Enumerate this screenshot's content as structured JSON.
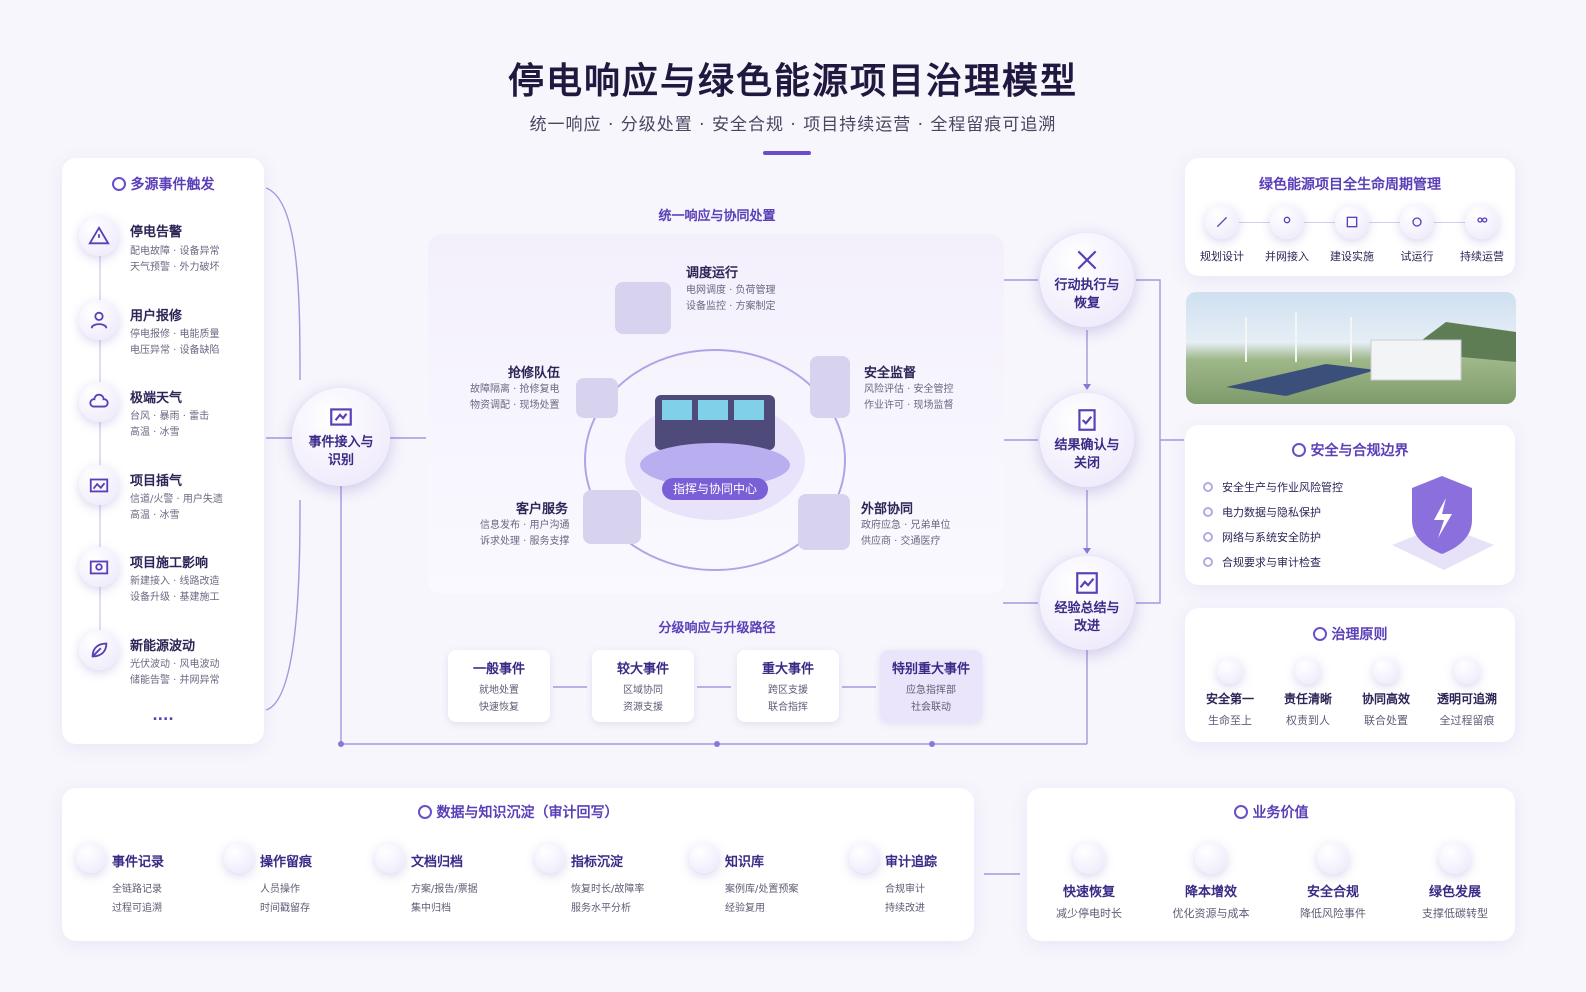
{
  "header": {
    "title": "停电响应与绿色能源项目治理模型",
    "subtitle": "统一响应 · 分级处置 · 安全合规 · 项目持续运营 · 全程留痕可追溯"
  },
  "triggers": {
    "title": "多源事件触发",
    "more": "....",
    "items": [
      {
        "name": "停电告警",
        "line1": "配电故障 · 设备异常",
        "line2": "天气预警 · 外力破坏",
        "icon": "warning-icon"
      },
      {
        "name": "用户报修",
        "line1": "停电报修 · 电能质量",
        "line2": "电压异常 · 设备缺陷",
        "icon": "user-icon"
      },
      {
        "name": "极端天气",
        "line1": "台风 · 暴雨 · 雷击",
        "line2": "高温 · 冰雪",
        "icon": "cloud-icon"
      },
      {
        "name": "项目插气",
        "line1": "信道/火警 · 用户失遗",
        "line2": "高温 · 冰雪",
        "icon": "map-icon"
      },
      {
        "name": "项目施工影响",
        "line1": "新建接入 · 线路改造",
        "line2": "设备升级 · 基建施工",
        "icon": "map-icon"
      },
      {
        "name": "新能源波动",
        "line1": "光伏波动 · 风电波动",
        "line2": "储能告警 · 并网异常",
        "icon": "leaf-icon"
      }
    ]
  },
  "intake": {
    "label": "事件接入与识别"
  },
  "center": {
    "title": "统一响应与协同处置",
    "hub": "指挥与协同中心",
    "roles": [
      {
        "name": "调度运行",
        "line1": "电网调度 · 负荷管理",
        "line2": "设备监控 · 方案制定"
      },
      {
        "name": "抢修队伍",
        "line1": "故障隔离 · 抢修复电",
        "line2": "物资调配 · 现场处置"
      },
      {
        "name": "安全监督",
        "line1": "风险评估 · 安全管控",
        "line2": "作业许可 · 现场监督"
      },
      {
        "name": "客户服务",
        "line1": "信息发布 · 用户沟通",
        "line2": "诉求处理 · 服务支撑"
      },
      {
        "name": "外部协同",
        "line1": "政府应急 · 兄弟单位",
        "line2": "供应商 · 交通医疗"
      }
    ]
  },
  "escalation": {
    "title": "分级响应与升级路径",
    "levels": [
      {
        "name": "一般事件",
        "line1": "就地处置",
        "line2": "快速恢复"
      },
      {
        "name": "较大事件",
        "line1": "区域协同",
        "line2": "资源支援"
      },
      {
        "name": "重大事件",
        "line1": "跨区支援",
        "line2": "联合指挥"
      },
      {
        "name": "特别重大事件",
        "line1": "应急指挥部",
        "line2": "社会联动"
      }
    ]
  },
  "flow": [
    {
      "label": "行动执行与恢复"
    },
    {
      "label": "结果确认与关闭"
    },
    {
      "label": "经验总结与改进"
    }
  ],
  "lifecycle": {
    "title": "绿色能源项目全生命周期管理",
    "stages": [
      "规划设计",
      "并网接入",
      "建设实施",
      "试运行",
      "持续运营"
    ]
  },
  "boundary": {
    "title": "安全与合规边界",
    "items": [
      "安全生产与作业风险管控",
      "电力数据与隐私保护",
      "网络与系统安全防护",
      "合规要求与审计检查"
    ]
  },
  "principles": {
    "title": "治理原则",
    "items": [
      {
        "name": "安全第一",
        "sub": "生命至上"
      },
      {
        "name": "责任清晰",
        "sub": "权责到人"
      },
      {
        "name": "协同高效",
        "sub": "联合处置"
      },
      {
        "name": "透明可追溯",
        "sub": "全过程留痕"
      }
    ]
  },
  "data": {
    "title": "数据与知识沉淀（审计回写）",
    "items": [
      {
        "name": "事件记录",
        "line1": "全链路记录",
        "line2": "过程可追溯"
      },
      {
        "name": "操作留痕",
        "line1": "人员操作",
        "line2": "时间戳留存"
      },
      {
        "name": "文档归档",
        "line1": "方案/报告/票据",
        "line2": "集中归档"
      },
      {
        "name": "指标沉淀",
        "line1": "恢复时长/故障率",
        "line2": "服务水平分析"
      },
      {
        "name": "知识库",
        "line1": "案例库/处置预案",
        "line2": "经验复用"
      },
      {
        "name": "审计追踪",
        "line1": "合规审计",
        "line2": "持续改进"
      }
    ]
  },
  "value": {
    "title": "业务价值",
    "items": [
      {
        "name": "快速恢复",
        "sub": "减少停电时长"
      },
      {
        "name": "降本增效",
        "sub": "优化资源与成本"
      },
      {
        "name": "安全合规",
        "sub": "降低风险事件"
      },
      {
        "name": "绿色发展",
        "sub": "支撑低碳转型"
      }
    ]
  },
  "colors": {
    "accent": "#6a4fc9",
    "title": "#20183f",
    "bg": "#f7f6fc"
  }
}
